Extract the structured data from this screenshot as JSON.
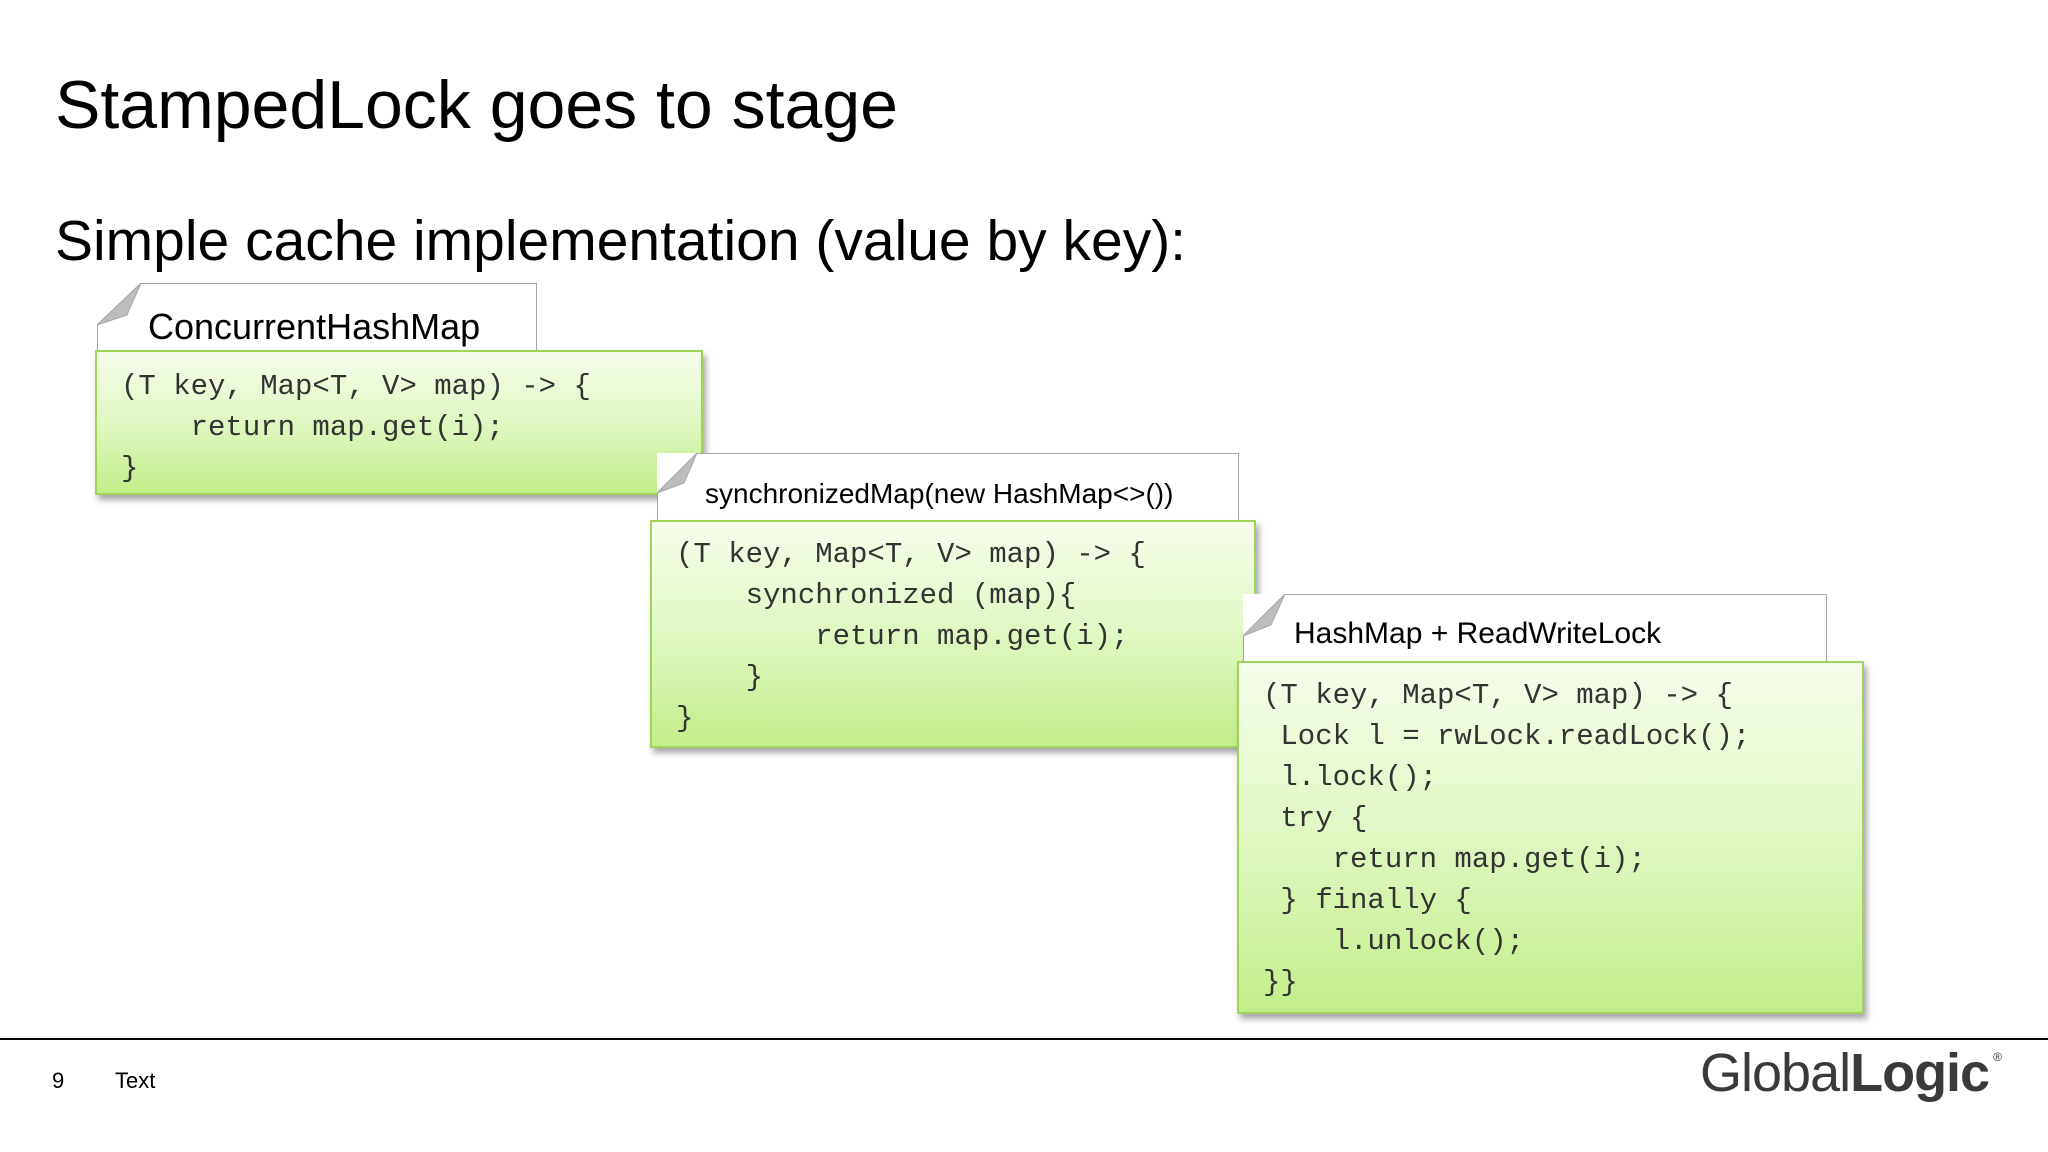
{
  "slide": {
    "title": "StampedLock goes to stage",
    "subtitle": "Simple cache implementation (value by key):"
  },
  "blocks": [
    {
      "tab_label": "ConcurrentHashMap",
      "code": "(T key, Map<T, V> map) -> {\n    return map.get(i);\n}"
    },
    {
      "tab_label": "synchronizedMap(new HashMap<>())",
      "code": "(T key, Map<T, V> map) -> {\n    synchronized (map){\n        return map.get(i);\n    }\n}"
    },
    {
      "tab_label": "HashMap + ReadWriteLock",
      "code": "(T key, Map<T, V> map) -> {\n Lock l = rwLock.readLock();\n l.lock();\n try {\n    return map.get(i);\n } finally {\n    l.unlock();\n}}"
    }
  ],
  "footer": {
    "page_number": "9",
    "text": "Text",
    "logo_light": "Global",
    "logo_bold": "Logic",
    "logo_mark": "®"
  }
}
